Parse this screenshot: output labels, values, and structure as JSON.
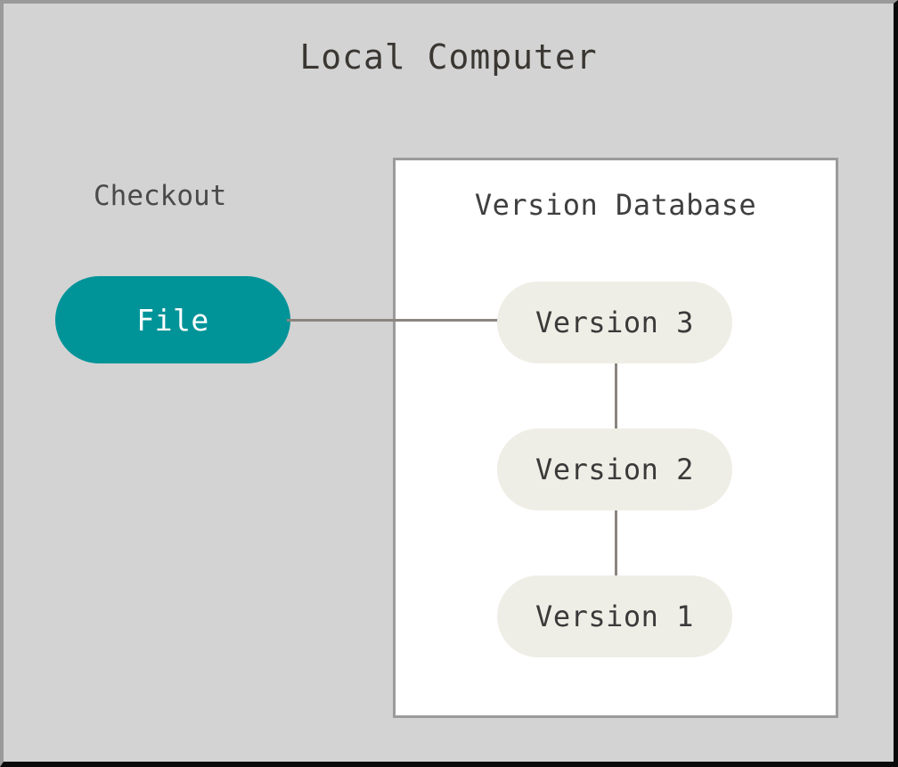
{
  "diagram": {
    "title": "Local Computer",
    "background_color": "#d3d3d3",
    "workspace": {
      "label": "Checkout",
      "node": {
        "label": "File",
        "fill_color": "#009499",
        "text_color": "#ffffff"
      }
    },
    "database": {
      "title": "Version Database",
      "panel_fill": "#ffffff",
      "panel_border": "#9b9b9b",
      "node_fill": "#efeee6",
      "node_text_color": "#3a3a3a",
      "versions": [
        {
          "label": "Version 3"
        },
        {
          "label": "Version 2"
        },
        {
          "label": "Version 1"
        }
      ]
    },
    "connectors": {
      "color": "#8a857f",
      "edges": [
        {
          "from": "File",
          "to": "Version 3",
          "orientation": "horizontal"
        },
        {
          "from": "Version 3",
          "to": "Version 2",
          "orientation": "vertical"
        },
        {
          "from": "Version 2",
          "to": "Version 1",
          "orientation": "vertical"
        }
      ]
    }
  }
}
